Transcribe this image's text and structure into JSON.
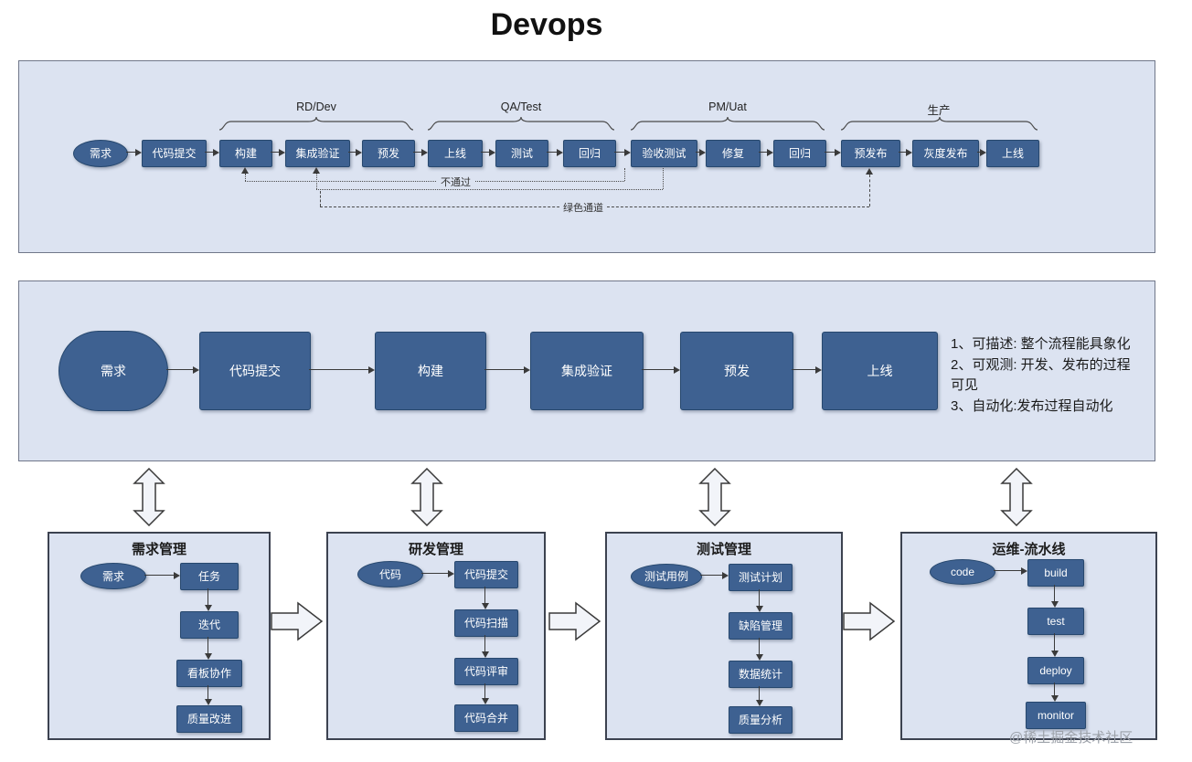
{
  "title": "Devops",
  "watermark": "@稀土掘金技术社区",
  "colors": {
    "node": "#3e6191",
    "panel_bg": "#dce3f1",
    "arrow": "#3a3a3a"
  },
  "pipeline": {
    "group_labels": [
      "RD/Dev",
      "QA/Test",
      "PM/Uat",
      "生产"
    ],
    "nodes": [
      "需求",
      "代码提交",
      "构建",
      "集成验证",
      "预发",
      "上线",
      "测试",
      "回归",
      "验收测试",
      "修复",
      "回归",
      "预发布",
      "灰度发布",
      "上线"
    ],
    "fail_label": "不通过",
    "green_channel_label": "绿色通道"
  },
  "main_flow": {
    "nodes": [
      "需求",
      "代码提交",
      "构建",
      "集成验证",
      "预发",
      "上线"
    ],
    "notes": [
      "1、可描述: 整个流程能具象化",
      "2、可观测: 开发、发布的过程可见",
      "3、自动化:发布过程自动化"
    ]
  },
  "panels": [
    {
      "title": "需求管理",
      "source": "需求",
      "steps": [
        "任务",
        "迭代",
        "看板协作",
        "质量改进"
      ]
    },
    {
      "title": "研发管理",
      "source": "代码",
      "steps": [
        "代码提交",
        "代码扫描",
        "代码评审",
        "代码合并"
      ]
    },
    {
      "title": "测试管理",
      "source": "测试用例",
      "steps": [
        "测试计划",
        "缺陷管理",
        "数据统计",
        "质量分析"
      ]
    },
    {
      "title": "运维-流水线",
      "source": "code",
      "steps": [
        "build",
        "test",
        "deploy",
        "monitor"
      ]
    }
  ]
}
